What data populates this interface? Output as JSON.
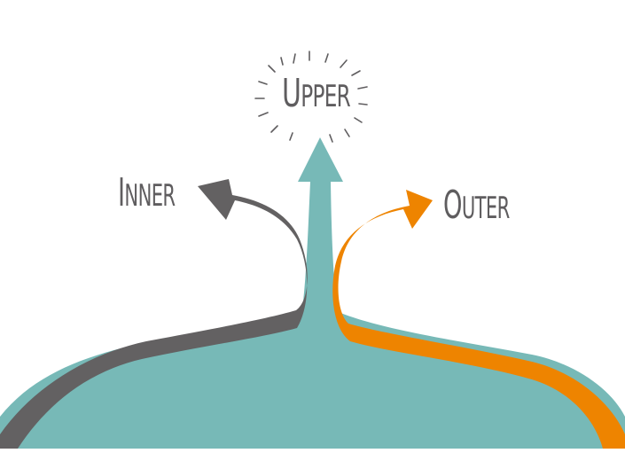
{
  "labels": {
    "upper": {
      "cap": "U",
      "rest": "PPER"
    },
    "inner": {
      "cap": "I",
      "rest": "NNER"
    },
    "outer": {
      "cap": "O",
      "rest": "UTER"
    }
  },
  "colors": {
    "teal": "#77b9b7",
    "grey": "#636162",
    "orange": "#ee8400",
    "text": "#5f5d5f"
  },
  "icons": {
    "sparkle": "sparkle-rays-icon",
    "arrow_up": "arrow-up-icon",
    "arrow_inner": "curved-arrow-left-icon",
    "arrow_outer": "curved-arrow-right-icon"
  }
}
